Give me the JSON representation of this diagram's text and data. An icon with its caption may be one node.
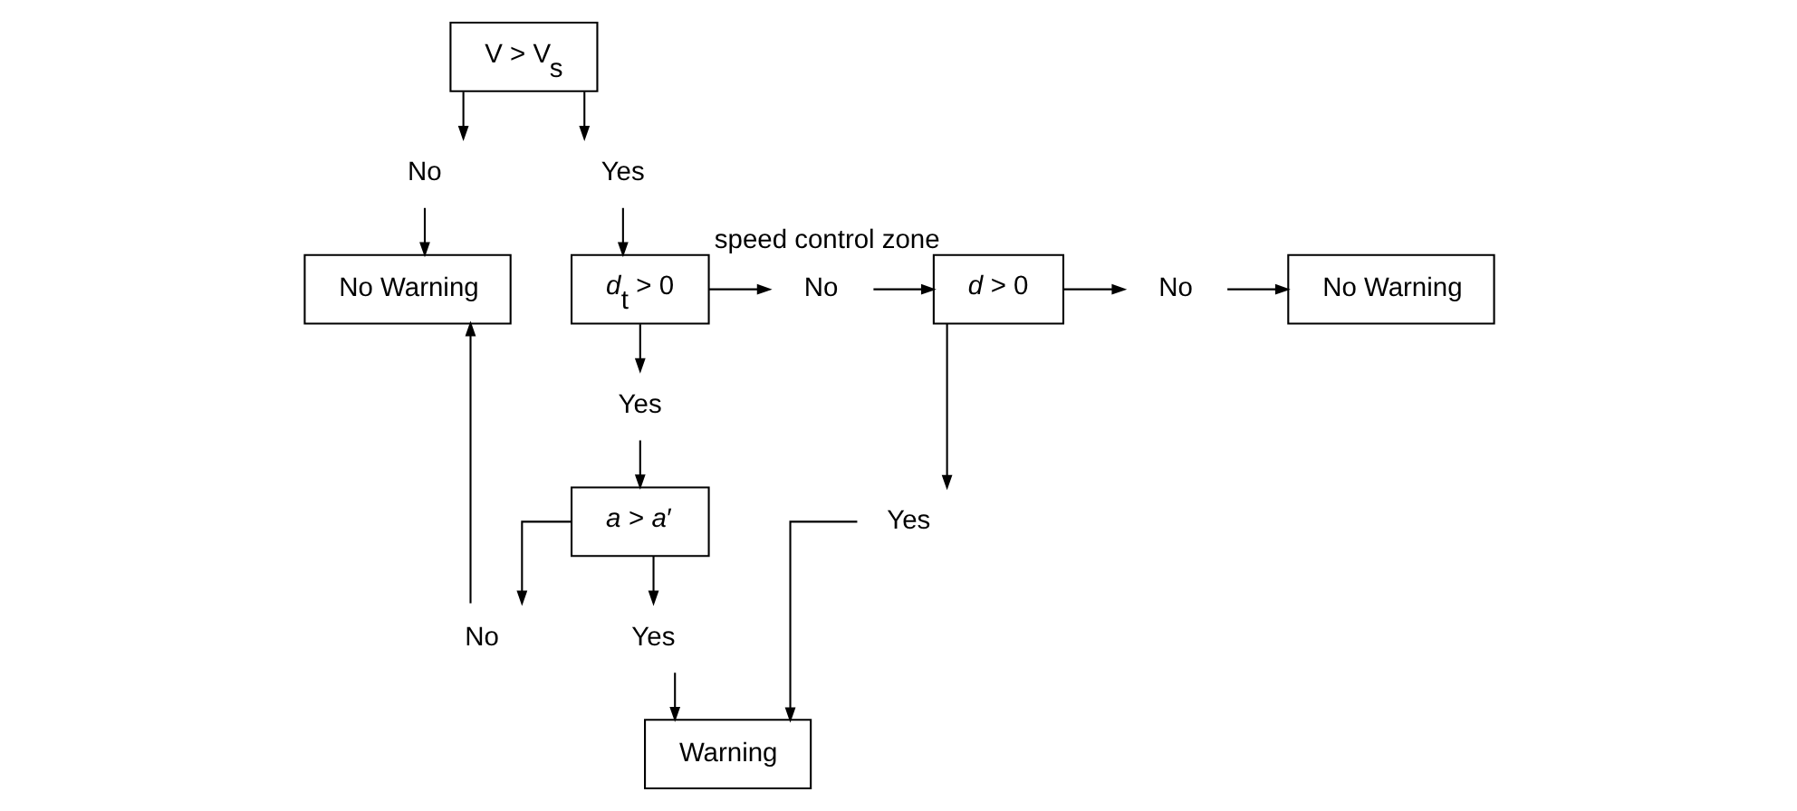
{
  "diagram": {
    "nodes": [
      {
        "text": [
          "V > V$_{s}$"
        ]
      },
      {
        "text": [
          "No"
        ]
      },
      {
        "text": [
          "Yes"
        ]
      },
      {
        "text": [
          "No Warning"
        ]
      },
      {
        "text": [
          "*d*$_{t}$ > 0"
        ]
      },
      {
        "text": [
          "No"
        ]
      },
      {
        "text": [
          "*d* > 0"
        ],
        "beside": [
          "speed control zone"
        ]
      },
      {
        "text": [
          "No"
        ]
      },
      {
        "text": [
          "No Warning"
        ]
      },
      {
        "text": [
          "Yes"
        ]
      },
      {
        "text": [
          "Yes"
        ]
      },
      {
        "text": [
          "No"
        ]
      },
      {
        "text": [
          "*a* > *a*′"
        ]
      },
      {
        "text": [
          "Yes"
        ]
      },
      {
        "text": [
          "Warning"
        ]
      }
    ],
    "edges": [
      {
        "from": 0,
        "to": 1,
        "arrow": "to"
      },
      {
        "from": 1,
        "to": 3,
        "arrow": "to"
      },
      {
        "from": 0,
        "to": 2,
        "arrow": "to"
      },
      {
        "from": 2,
        "to": 4,
        "arrow": "to"
      },
      {
        "from": 4,
        "to": 5,
        "arrow": "to"
      },
      {
        "from": 5,
        "to": 6,
        "arrow": "to"
      },
      {
        "from": 6,
        "to": 7,
        "arrow": "to"
      },
      {
        "from": 7,
        "to": 8,
        "arrow": "to"
      },
      {
        "from": 4,
        "to": 9,
        "arrow": "to"
      },
      {
        "from": 9,
        "to": 12,
        "arrow": "to"
      },
      {
        "from": 6,
        "to": 10,
        "arrow": "to"
      },
      {
        "from": 10,
        "to": 14,
        "arrow": "to"
      },
      {
        "from": 12,
        "to": 11,
        "arrow": "to"
      },
      {
        "from": 11,
        "to": 3,
        "arrow": "to"
      },
      {
        "from": 12,
        "to": 13,
        "arrow": "to"
      },
      {
        "from": 13,
        "to": 14,
        "arrow": "to"
      }
    ]
  }
}
